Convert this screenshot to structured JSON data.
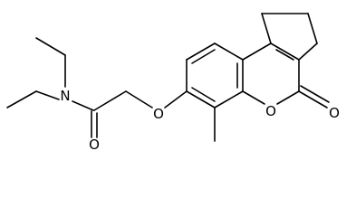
{
  "molecule": {
    "atoms": {
      "N": "N",
      "O_amide": "O",
      "O_ether": "O",
      "O_ring": "O",
      "O_lactone": "O"
    },
    "colors": {
      "bond": "#000000",
      "nitrogen": "#000000",
      "oxygen": "#000000",
      "background": "#ffffff"
    }
  }
}
